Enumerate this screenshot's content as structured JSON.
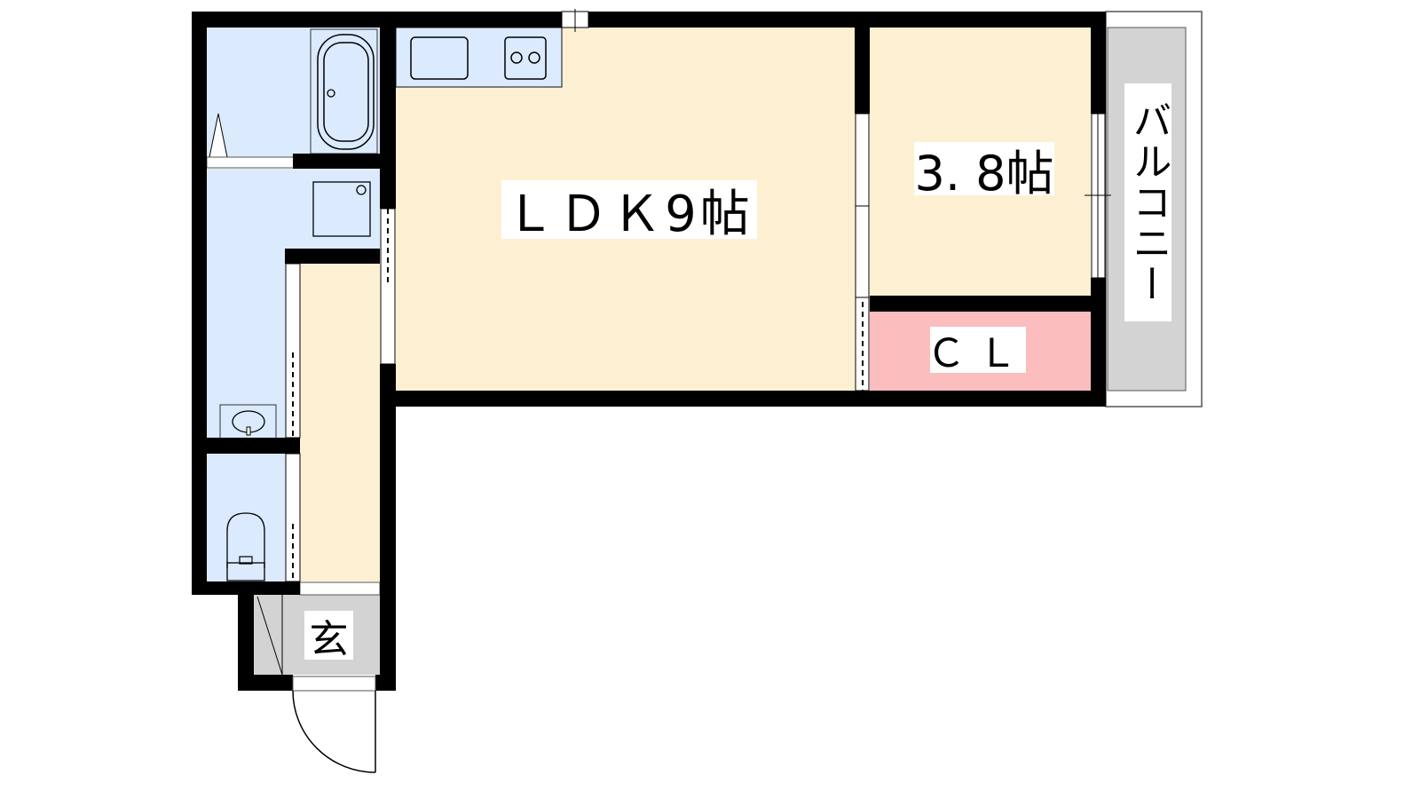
{
  "floor_plan": {
    "rooms": {
      "ldk": "ＬＤＫ9帖",
      "bedroom": "3. 8帖",
      "closet": "ＣＬ",
      "entrance": "玄",
      "balcony": "バルコニー"
    },
    "colors": {
      "wall": "#000000",
      "living_floor": "#fdf0d2",
      "wet_area": "#dbeafd",
      "closet": "#fbbdbd",
      "entrance_balcony": "#d3d3d3"
    }
  }
}
